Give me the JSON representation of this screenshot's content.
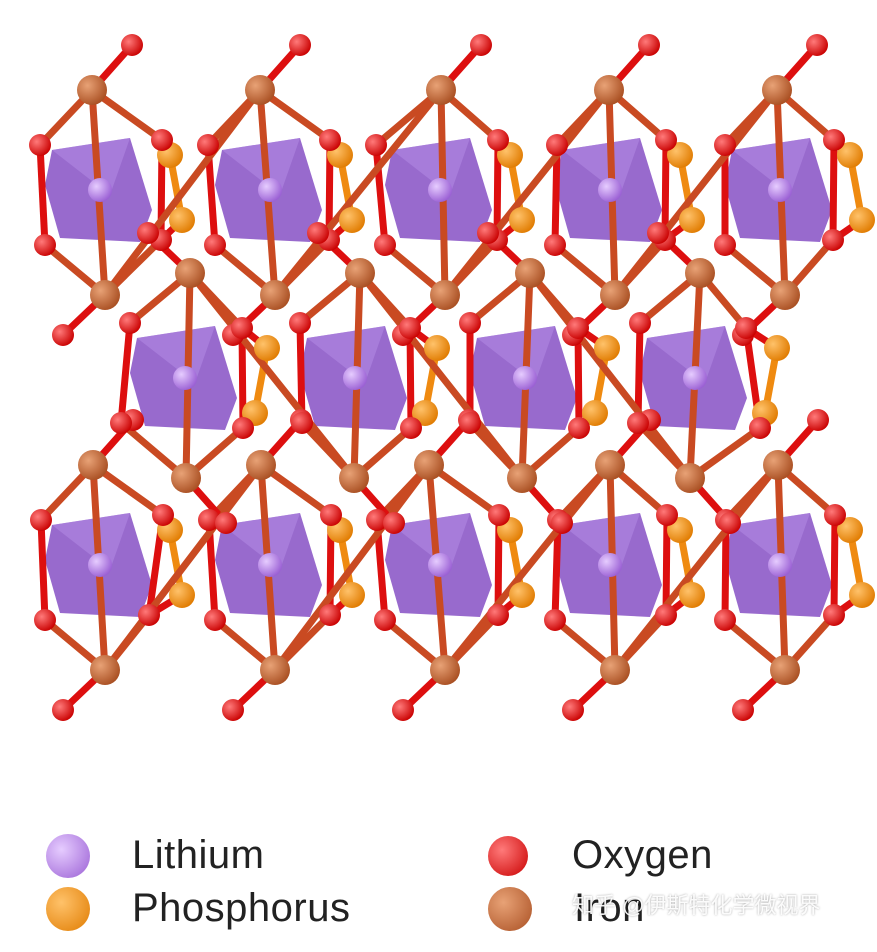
{
  "colors": {
    "lithium": "#a46ad9",
    "polyhedron": "#8a55c6",
    "phosphorus": "#ef8a10",
    "oxygen": "#dd0f0f",
    "iron": "#c0602f",
    "bond_feo": "#c94a22"
  },
  "icons": {
    "lithium": "purple-sphere-icon",
    "phosphorus": "orange-sphere-icon",
    "oxygen": "red-sphere-icon",
    "iron": "brown-sphere-icon"
  },
  "legend": {
    "lithium": "Lithium",
    "phosphorus": "Phosphorus",
    "oxygen": "Oxygen",
    "iron": "Iron"
  },
  "watermark": "知乎 @伊斯特化学微视界"
}
